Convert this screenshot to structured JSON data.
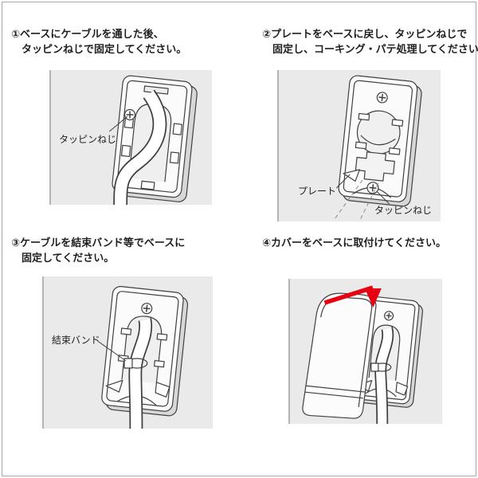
{
  "page": {
    "type": "instruction-sheet",
    "language": "ja"
  },
  "colors": {
    "background": "#ffffff",
    "frame_border": "#a8a8a8",
    "figure_background": "#eaeaea",
    "figure_left_edge": "#b4b4b4",
    "line_art": "#3f3f3f",
    "text": "#1f1f1f",
    "arrow_red": "#e60012"
  },
  "steps": [
    {
      "caption_line1": "①ベースにケーブルを通した後、",
      "caption_line2": "タッピンねじで固定してください。",
      "labels": {
        "screw": "タッピンねじ"
      }
    },
    {
      "caption_line1": "②プレートをベースに戻し、タッピンねじで",
      "caption_line2": "固定し、コーキング・パテ処理してください。",
      "labels": {
        "plate": "プレート",
        "screw": "タッピンねじ"
      }
    },
    {
      "caption_line1": "③ケーブルを結束バンド等でベースに",
      "caption_line2": "固定してください。",
      "labels": {
        "tie": "結束バンド"
      }
    },
    {
      "caption_line1": "④カバーをベースに取付けてください。",
      "caption_line2": "",
      "labels": {}
    }
  ]
}
